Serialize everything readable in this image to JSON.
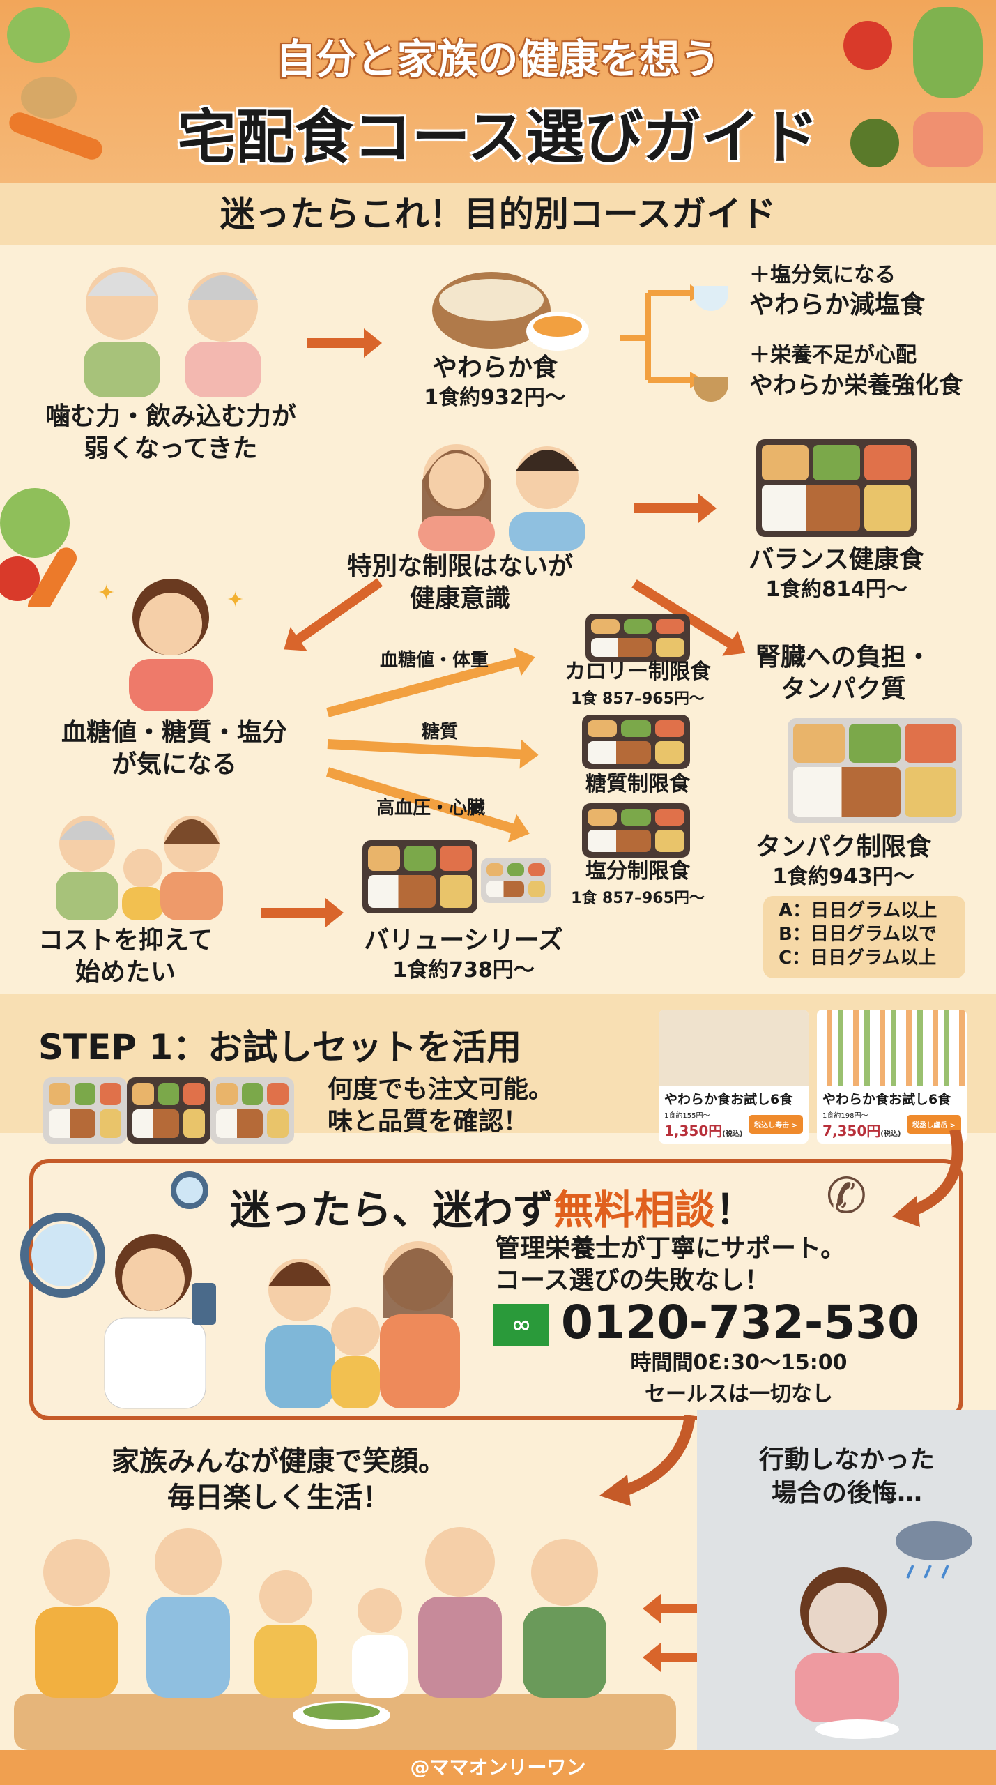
{
  "header": {
    "subtitle": "自分と家族の健康を想う",
    "title": "宅配食コース選びガイド"
  },
  "section_heading": "迷ったらこれ！目的別コースガイド",
  "guide": {
    "chewing": {
      "need_line1": "噛む力・飲み込む力が",
      "need_line2": "弱くなってきた",
      "course": "やわらか食",
      "price": "1食約932円～",
      "options": [
        {
          "note": "＋塩分気になる",
          "course": "やわらか減塩食"
        },
        {
          "note": "＋栄養不足が心配",
          "course": "やわらか栄養強化食"
        }
      ]
    },
    "general": {
      "need_line1": "特別な制限はないが",
      "need_line2": "健康意識",
      "course": "バランス健康食",
      "price": "1食約814円～"
    },
    "kidney": {
      "need_line1": "腎臓への負担・",
      "need_line2": "タンパク質",
      "course": "タンパク制限食",
      "price": "1食約943円～",
      "levels": [
        "A：日日グラム以上",
        "B：日日グラム以で",
        "C：日日グラム以上"
      ]
    },
    "blood": {
      "need_line1": "血糖値・糖質・塩分",
      "need_line2": "が気になる",
      "branches": [
        {
          "label": "血糖値・体重",
          "course": "カロリー制限食",
          "price": "1食 857–965円～"
        },
        {
          "label": "糖質",
          "course": "糖質制限食"
        },
        {
          "label": "高血圧・心臓",
          "course": "塩分制限食",
          "price": "1食 857–965円～"
        }
      ]
    },
    "cost": {
      "need_line1": "コストを抑えて",
      "need_line2": "始めたい",
      "course": "バリューシリーズ",
      "price": "1食約738円～"
    }
  },
  "step1": {
    "heading": "STEP 1：お試しセットを活用",
    "text_line1": "何度でも注文可能。",
    "text_line2": "味と品質を確認！",
    "cards": [
      {
        "name": "やわらか食お試し6食",
        "sub": "1食約155円～",
        "price": "1,350円",
        "tax": "(税込)",
        "button": "税込し寿击 >"
      },
      {
        "name": "やわらか食お試し6食",
        "sub": "1食約198円～",
        "price": "7,350円",
        "tax": "(税込)",
        "button": "税丞し盧岳 >"
      }
    ]
  },
  "consult": {
    "title_a": "迷ったら、迷わず",
    "title_b": "無料相談",
    "title_c": "！",
    "line1": "管理栄養士が丁寧にサポート。",
    "line2": "コース選びの失敗なし！",
    "phone": "0120-732-530",
    "hours": "時間間0Ɛ:30～15:00",
    "no_sales": "セールスは一切なし"
  },
  "bottom": {
    "happy_line1": "家族みんなが健康で笑顔。",
    "happy_line2": "毎日楽しく生活！",
    "regret_line1": "行動しなかった",
    "regret_line2": "場合の後悔…"
  },
  "footer": "@ママオンリーワン",
  "colors": {
    "accent": "#d9652b",
    "header": "#f2a65a",
    "highlight": "#e0601e",
    "freedial": "#2a9a3a"
  }
}
